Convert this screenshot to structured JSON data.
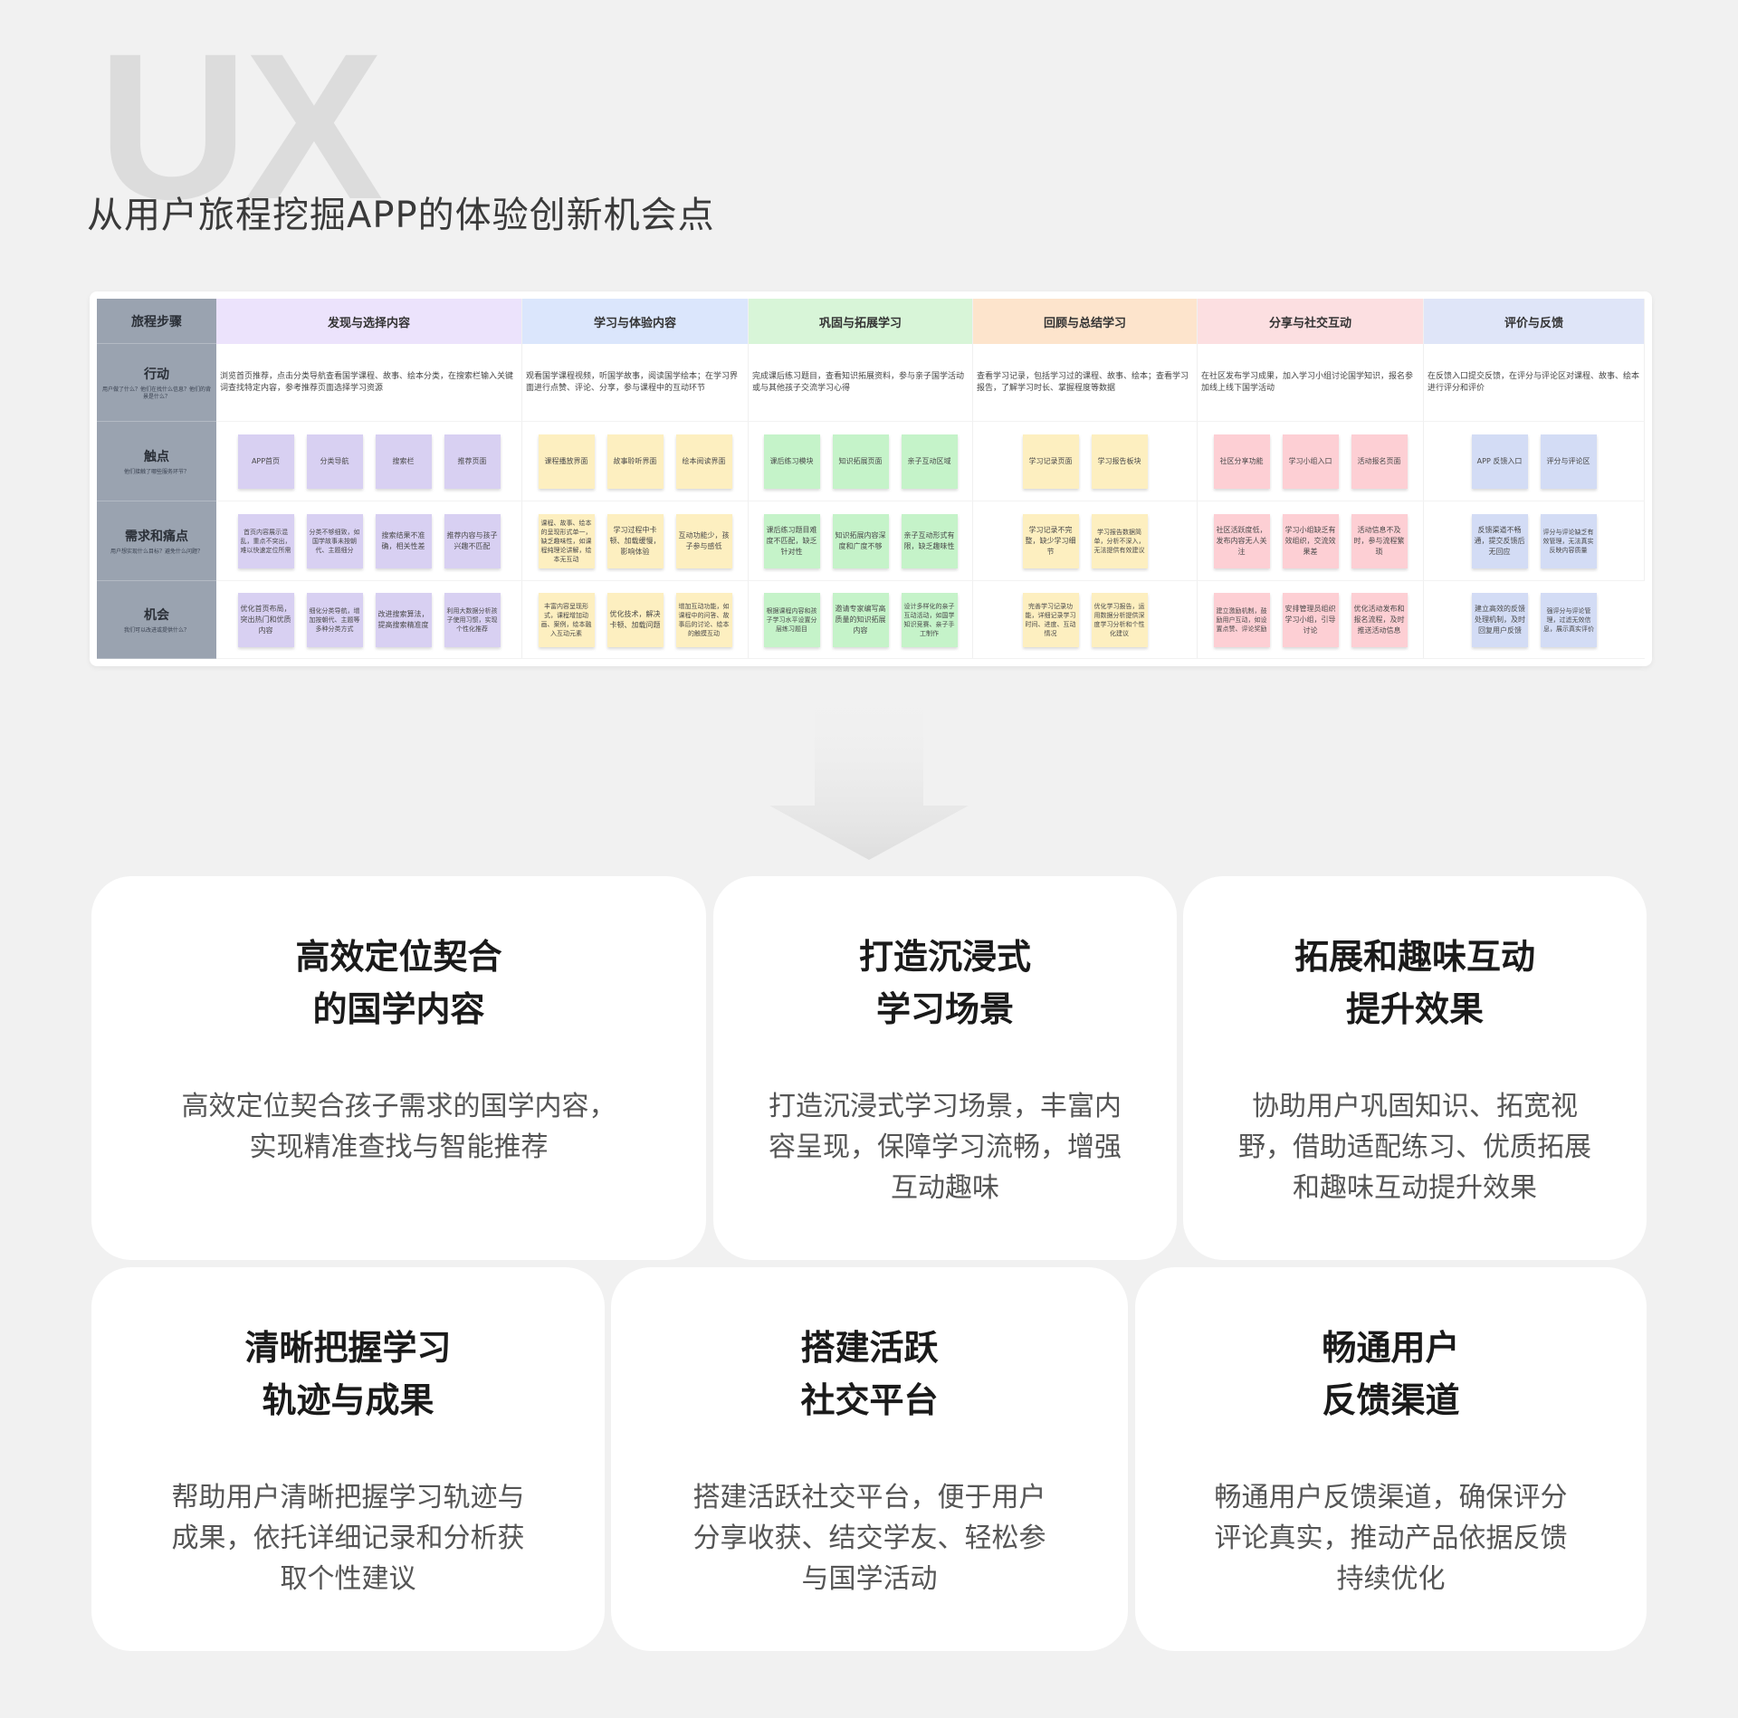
{
  "header": {
    "watermark": "UX",
    "title": "从用户旅程挖掘APP的体验创新机会点"
  },
  "journey": {
    "stage_header": "旅程步骤",
    "rows": [
      {
        "title": "行动",
        "sub": "用户做了什么？他们在找什么信息？他们的背景是什么？"
      },
      {
        "title": "触点",
        "sub": "他们接触了哪些服务环节？"
      },
      {
        "title": "需求和痛点",
        "sub": "用户想实现什么目标？避免什么问题？"
      },
      {
        "title": "机会",
        "sub": "我们可以改进或提供什么？"
      }
    ],
    "colors": {
      "purple": "#d8d0f2",
      "yellow": "#fdefc0",
      "green": "#c5f3c9",
      "pink": "#fdcfd4",
      "lavender": "#d3dcf5",
      "rowhead": "#9aa3b0"
    },
    "stages": [
      {
        "name": "发现与选择内容",
        "header_color": "#ece3fc",
        "sticky_color": "#d8d0f2",
        "action": "浏览首页推荐，点击分类导航查看国学课程、故事、绘本分类，在搜索栏输入关键词查找特定内容，参考推荐页面选择学习资源",
        "touchpoints": [
          "APP首页",
          "分类导航",
          "搜索栏",
          "推荐页面"
        ],
        "pains": [
          "首页内容展示混乱，重点不突出，难以快速定位所需",
          "分类不够细致，如国学故事未按朝代、主题细分",
          "搜索结果不准确，相关性差",
          "推荐内容与孩子兴趣不匹配"
        ],
        "opps": [
          "优化首页布局，突出热门和优质内容",
          "细化分类导航，增加按朝代、主题等多种分类方式",
          "改进搜索算法，提高搜索精准度",
          "利用大数据分析孩子使用习惯，实现个性化推荐"
        ]
      },
      {
        "name": "学习与体验内容",
        "header_color": "#dbe6fc",
        "sticky_color": "#fdefc0",
        "action": "观看国学课程视频，听国学故事，阅读国学绘本；在学习界面进行点赞、评论、分享，参与课程中的互动环节",
        "touchpoints": [
          "课程播放界面",
          "故事聆听界面",
          "绘本阅读界面"
        ],
        "pains": [
          "课程、故事、绘本的呈现形式单一，缺乏趣味性，如课程纯理论讲解，绘本无互动",
          "学习过程中卡顿、加载缓慢，影响体验",
          "互动功能少，孩子参与感低"
        ],
        "opps": [
          "丰富内容呈现形式，课程增加动画、案例，绘本融入互动元素",
          "优化技术，解决卡顿、加载问题",
          "增加互动功能，如课程中的问答、故事后的讨论、绘本的触摸互动"
        ]
      },
      {
        "name": "巩固与拓展学习",
        "header_color": "#d8f5d8",
        "sticky_color": "#c5f3c9",
        "action": "完成课后练习题目，查看知识拓展资料，参与亲子国学活动或与其他孩子交流学习心得",
        "touchpoints": [
          "课后练习模块",
          "知识拓展页面",
          "亲子互动区域"
        ],
        "pains": [
          "课后练习题目难度不匹配，缺乏针对性",
          "知识拓展内容深度和广度不够",
          "亲子互动形式有限，缺乏趣味性"
        ],
        "opps": [
          "根据课程内容和孩子学习水平设置分层练习题目",
          "邀请专家编写高质量的知识拓展内容",
          "设计多样化的亲子互动活动，如国学知识竞赛、亲子手工制作"
        ]
      },
      {
        "name": "回顾与总结学习",
        "header_color": "#fde4cc",
        "sticky_color": "#fdefc0",
        "action": "查看学习记录，包括学习过的课程、故事、绘本；查看学习报告，了解学习时长、掌握程度等数据",
        "touchpoints": [
          "学习记录页面",
          "学习报告板块"
        ],
        "pains": [
          "学习记录不完整，缺少学习细节",
          "学习报告数据简单，分析不深入，无法提供有效建议"
        ],
        "opps": [
          "完善学习记录功能，详细记录学习时间、进度、互动情况",
          "优化学习报告，运用数据分析提供深度学习分析和个性化建议"
        ]
      },
      {
        "name": "分享与社交互动",
        "header_color": "#fcdfe1",
        "sticky_color": "#fdcfd4",
        "action": "在社区发布学习成果，加入学习小组讨论国学知识，报名参加线上线下国学活动",
        "touchpoints": [
          "社区分享功能",
          "学习小组入口",
          "活动报名页面"
        ],
        "pains": [
          "社区活跃度低，发布内容无人关注",
          "学习小组缺乏有效组织，交流效果差",
          "活动信息不及时，参与流程繁琐"
        ],
        "opps": [
          "建立激励机制，鼓励用户互动，如设置点赞、评论奖励",
          "安排管理员组织学习小组，引导讨论",
          "优化活动发布和报名流程，及时推送活动信息"
        ]
      },
      {
        "name": "评价与反馈",
        "header_color": "#dfe5f8",
        "sticky_color": "#d3dcf5",
        "action": "在反馈入口提交反馈，在评分与评论区对课程、故事、绘本进行评分和评价",
        "touchpoints": [
          "APP 反馈入口",
          "评分与评论区"
        ],
        "pains": [
          "反馈渠道不畅通，提交反馈后无回应",
          "评分与评论缺乏有效管理，无法真实反映内容质量"
        ],
        "opps": [
          "建立高效的反馈处理机制，及时回复用户反馈",
          "强评分与评论管理，过滤无效信息，展示真实评价"
        ]
      }
    ]
  },
  "cards": [
    {
      "title": "高效定位契合\n的国学内容",
      "desc": "高效定位契合孩子需求的国学内容，\n实现精准查找与智能推荐"
    },
    {
      "title": "打造沉浸式\n学习场景",
      "desc": "打造沉浸式学习场景，丰富内\n容呈现，保障学习流畅，增强\n互动趣味"
    },
    {
      "title": "拓展和趣味互动\n提升效果",
      "desc": "协助用户巩固知识、拓宽视\n野，借助适配练习、优质拓展\n和趣味互动提升效果"
    },
    {
      "title": "清晰把握学习\n轨迹与成果",
      "desc": "帮助用户清晰把握学习轨迹与\n成果，依托详细记录和分析获\n取个性建议"
    },
    {
      "title": "搭建活跃\n社交平台",
      "desc": "搭建活跃社交平台，便于用户\n分享收获、结交学友、轻松参\n与国学活动"
    },
    {
      "title": "畅通用户\n反馈渠道",
      "desc": "畅通用户反馈渠道，确保评分\n评论真实，推动产品依据反馈\n持续优化"
    }
  ]
}
